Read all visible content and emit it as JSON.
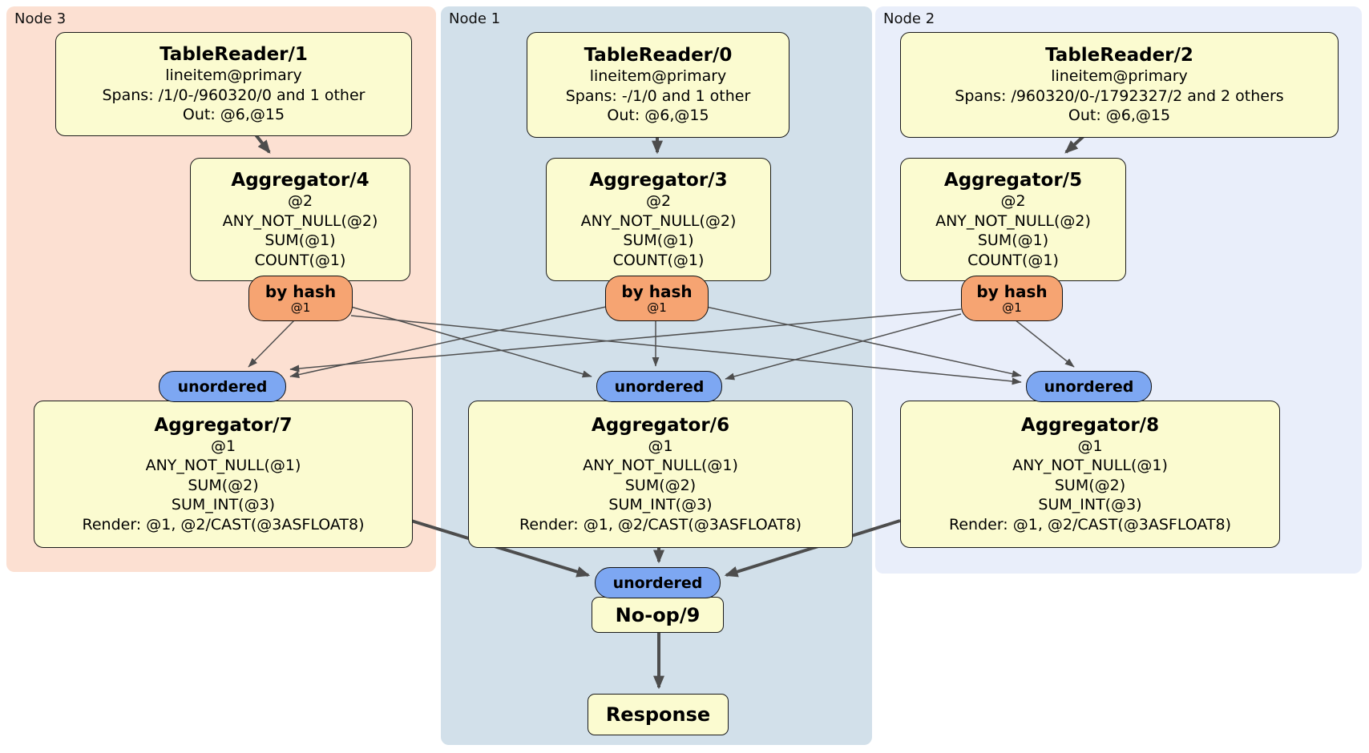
{
  "diagram": {
    "kind": "distsql-plan",
    "regions": [
      {
        "label": "Node 3"
      },
      {
        "label": "Node 1"
      },
      {
        "label": "Node 2"
      }
    ],
    "processors": {
      "tr1": {
        "title": "TableReader/1",
        "lines": [
          "lineitem@primary",
          "Spans: /1/0-/960320/0 and 1 other",
          "Out: @6,@15"
        ]
      },
      "tr0": {
        "title": "TableReader/0",
        "lines": [
          "lineitem@primary",
          "Spans: -/1/0 and 1 other",
          "Out: @6,@15"
        ]
      },
      "tr2": {
        "title": "TableReader/2",
        "lines": [
          "lineitem@primary",
          "Spans: /960320/0-/1792327/2 and 2 others",
          "Out: @6,@15"
        ]
      },
      "agg4": {
        "title": "Aggregator/4",
        "lines": [
          "@2",
          "ANY_NOT_NULL(@2)",
          "SUM(@1)",
          "COUNT(@1)"
        ]
      },
      "agg3": {
        "title": "Aggregator/3",
        "lines": [
          "@2",
          "ANY_NOT_NULL(@2)",
          "SUM(@1)",
          "COUNT(@1)"
        ]
      },
      "agg5": {
        "title": "Aggregator/5",
        "lines": [
          "@2",
          "ANY_NOT_NULL(@2)",
          "SUM(@1)",
          "COUNT(@1)"
        ]
      },
      "agg7": {
        "title": "Aggregator/7",
        "lines": [
          "@1",
          "ANY_NOT_NULL(@1)",
          "SUM(@2)",
          "SUM_INT(@3)",
          "Render: @1, @2/CAST(@3ASFLOAT8)"
        ]
      },
      "agg6": {
        "title": "Aggregator/6",
        "lines": [
          "@1",
          "ANY_NOT_NULL(@1)",
          "SUM(@2)",
          "SUM_INT(@3)",
          "Render: @1, @2/CAST(@3ASFLOAT8)"
        ]
      },
      "agg8": {
        "title": "Aggregator/8",
        "lines": [
          "@1",
          "ANY_NOT_NULL(@1)",
          "SUM(@2)",
          "SUM_INT(@3)",
          "Render: @1, @2/CAST(@3ASFLOAT8)"
        ]
      },
      "noop": {
        "title": "No-op/9"
      },
      "response": {
        "title": "Response"
      }
    },
    "routers": [
      {
        "label": "by hash",
        "detail": "@1"
      },
      {
        "label": "by hash",
        "detail": "@1"
      },
      {
        "label": "by hash",
        "detail": "@1"
      }
    ],
    "syncs": [
      {
        "label": "unordered"
      },
      {
        "label": "unordered"
      },
      {
        "label": "unordered"
      },
      {
        "label": "unordered"
      }
    ],
    "colors": {
      "node3_bg": "#fce0d2",
      "node1_bg": "#d2e0ea",
      "node2_bg": "#e9eefa",
      "processor_bg": "#fbfbd0",
      "router_bg": "#f6a472",
      "sync_bg": "#7da7f2",
      "edge": "#4d4d4d"
    }
  }
}
